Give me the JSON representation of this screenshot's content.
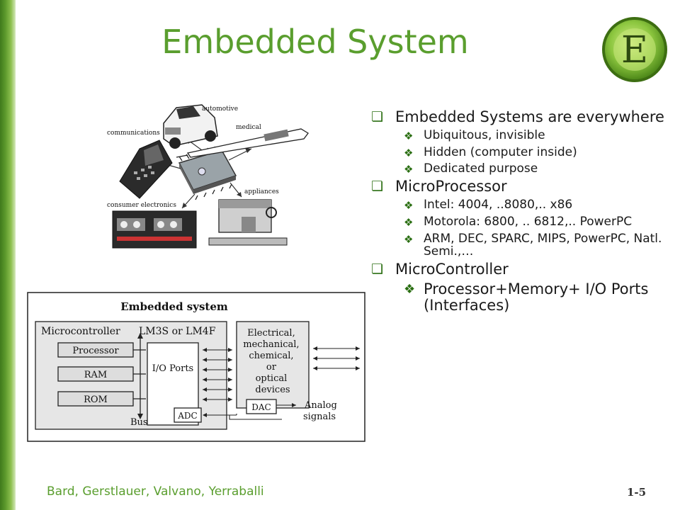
{
  "slide": {
    "title": "Embedded System",
    "footer": "Bard, Gerstlauer, Valvano, Yerraballi",
    "page_number": "1-5",
    "accent_color": "#5a9e2e",
    "logo_letter": "E"
  },
  "bullets": [
    {
      "level": 1,
      "text": "Embedded Systems are everywhere"
    },
    {
      "level": 2,
      "text": "Ubiquitous, invisible"
    },
    {
      "level": 2,
      "text": "Hidden (computer inside)"
    },
    {
      "level": 2,
      "text": "Dedicated purpose"
    },
    {
      "level": 1,
      "text": "MicroProcessor"
    },
    {
      "level": 2,
      "text": "Intel: 4004, ..8080,.. x86"
    },
    {
      "level": 2,
      "text": "Motorola: 6800, .. 6812,.. PowerPC"
    },
    {
      "level": 2,
      "text": "ARM, DEC, SPARC, MIPS, PowerPC, Natl. Semi.,…"
    },
    {
      "level": 1,
      "text": " MicroController"
    },
    {
      "level": 2,
      "text": "Processor+Memory+ I/O Ports (Interfaces)",
      "large": true
    }
  ],
  "clipart": {
    "labels": {
      "automotive": "automotive",
      "medical": "medical",
      "communications": "communications",
      "appliances": "appliances",
      "consumer": "consumer electronics"
    }
  },
  "diagram": {
    "title": "Embedded system",
    "microcontroller": "Microcontroller",
    "lm3s": "LM3S or LM4F",
    "processor": "Processor",
    "ram": "RAM",
    "rom": "ROM",
    "io_ports": "I/O Ports",
    "bus": "Bus",
    "adc": "ADC",
    "dac": "DAC",
    "analog": "Analog",
    "signals": "signals",
    "devices": [
      "Electrical,",
      "mechanical,",
      "chemical,",
      "or",
      "optical",
      "devices"
    ]
  }
}
